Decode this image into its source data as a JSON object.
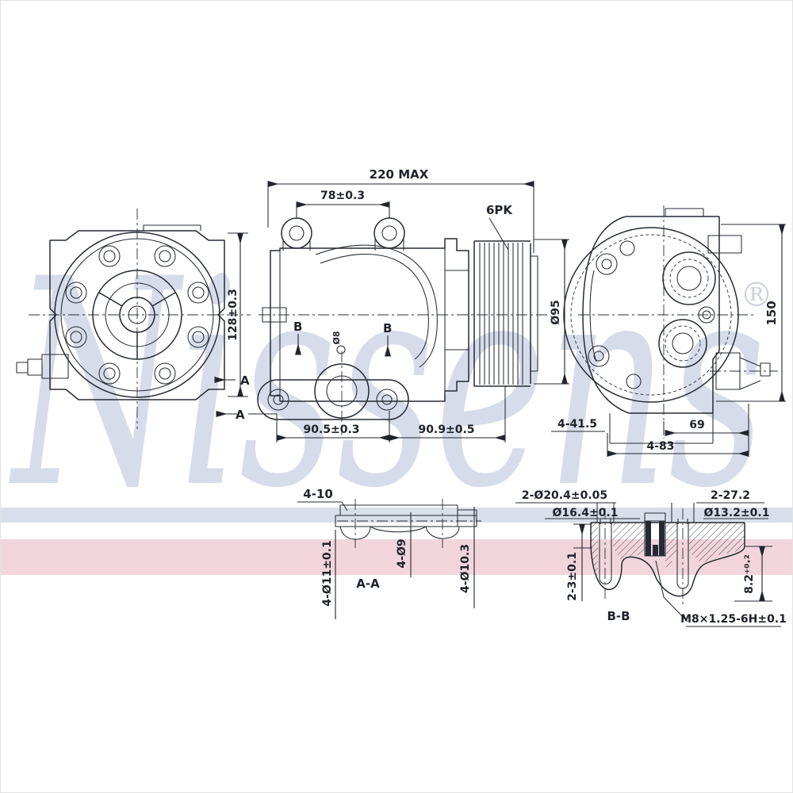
{
  "drawing": {
    "watermark": {
      "brand": "Nissens",
      "registered_mark": "®"
    },
    "colors": {
      "band_blue": "#d7e0ea",
      "band_pink": "#f2d5dc",
      "line": "#262b33",
      "watermark_blue": "#ccd4e6",
      "watermark_gray": "#ced3db"
    },
    "front_view": {
      "height_dim": "128±0.3",
      "section_label": "A"
    },
    "side_view": {
      "overall_width": "220 MAX",
      "bolt_spacing": "78±0.3",
      "belt_type": "6PK",
      "pulley_diameter": "Ø95",
      "hole_dia": "Ø8",
      "lower_left_dim": "90.5±0.3",
      "lower_right_dim": "90.9±0.5",
      "section_label": "B"
    },
    "rear_view": {
      "height_dim": "150",
      "width_dim": "69",
      "bolt_span_dim": "4-83",
      "mount_holes_dim": "4-41.5"
    },
    "section_aa": {
      "title": "A-A",
      "depth_dim": "4-10",
      "hole_dims": [
        "4-Ø11±0.1",
        "4-Ø9",
        "4-Ø10.3"
      ]
    },
    "section_bb": {
      "title": "B-B",
      "dims": [
        "2-Ø20.4±0.05",
        "Ø16.4±0.1",
        "2-27.2",
        "Ø13.2±0.1",
        "2-3±0.1",
        "8.2⁺⁰·²"
      ],
      "thread_spec": "M8×1.25-6H±0.1"
    }
  }
}
